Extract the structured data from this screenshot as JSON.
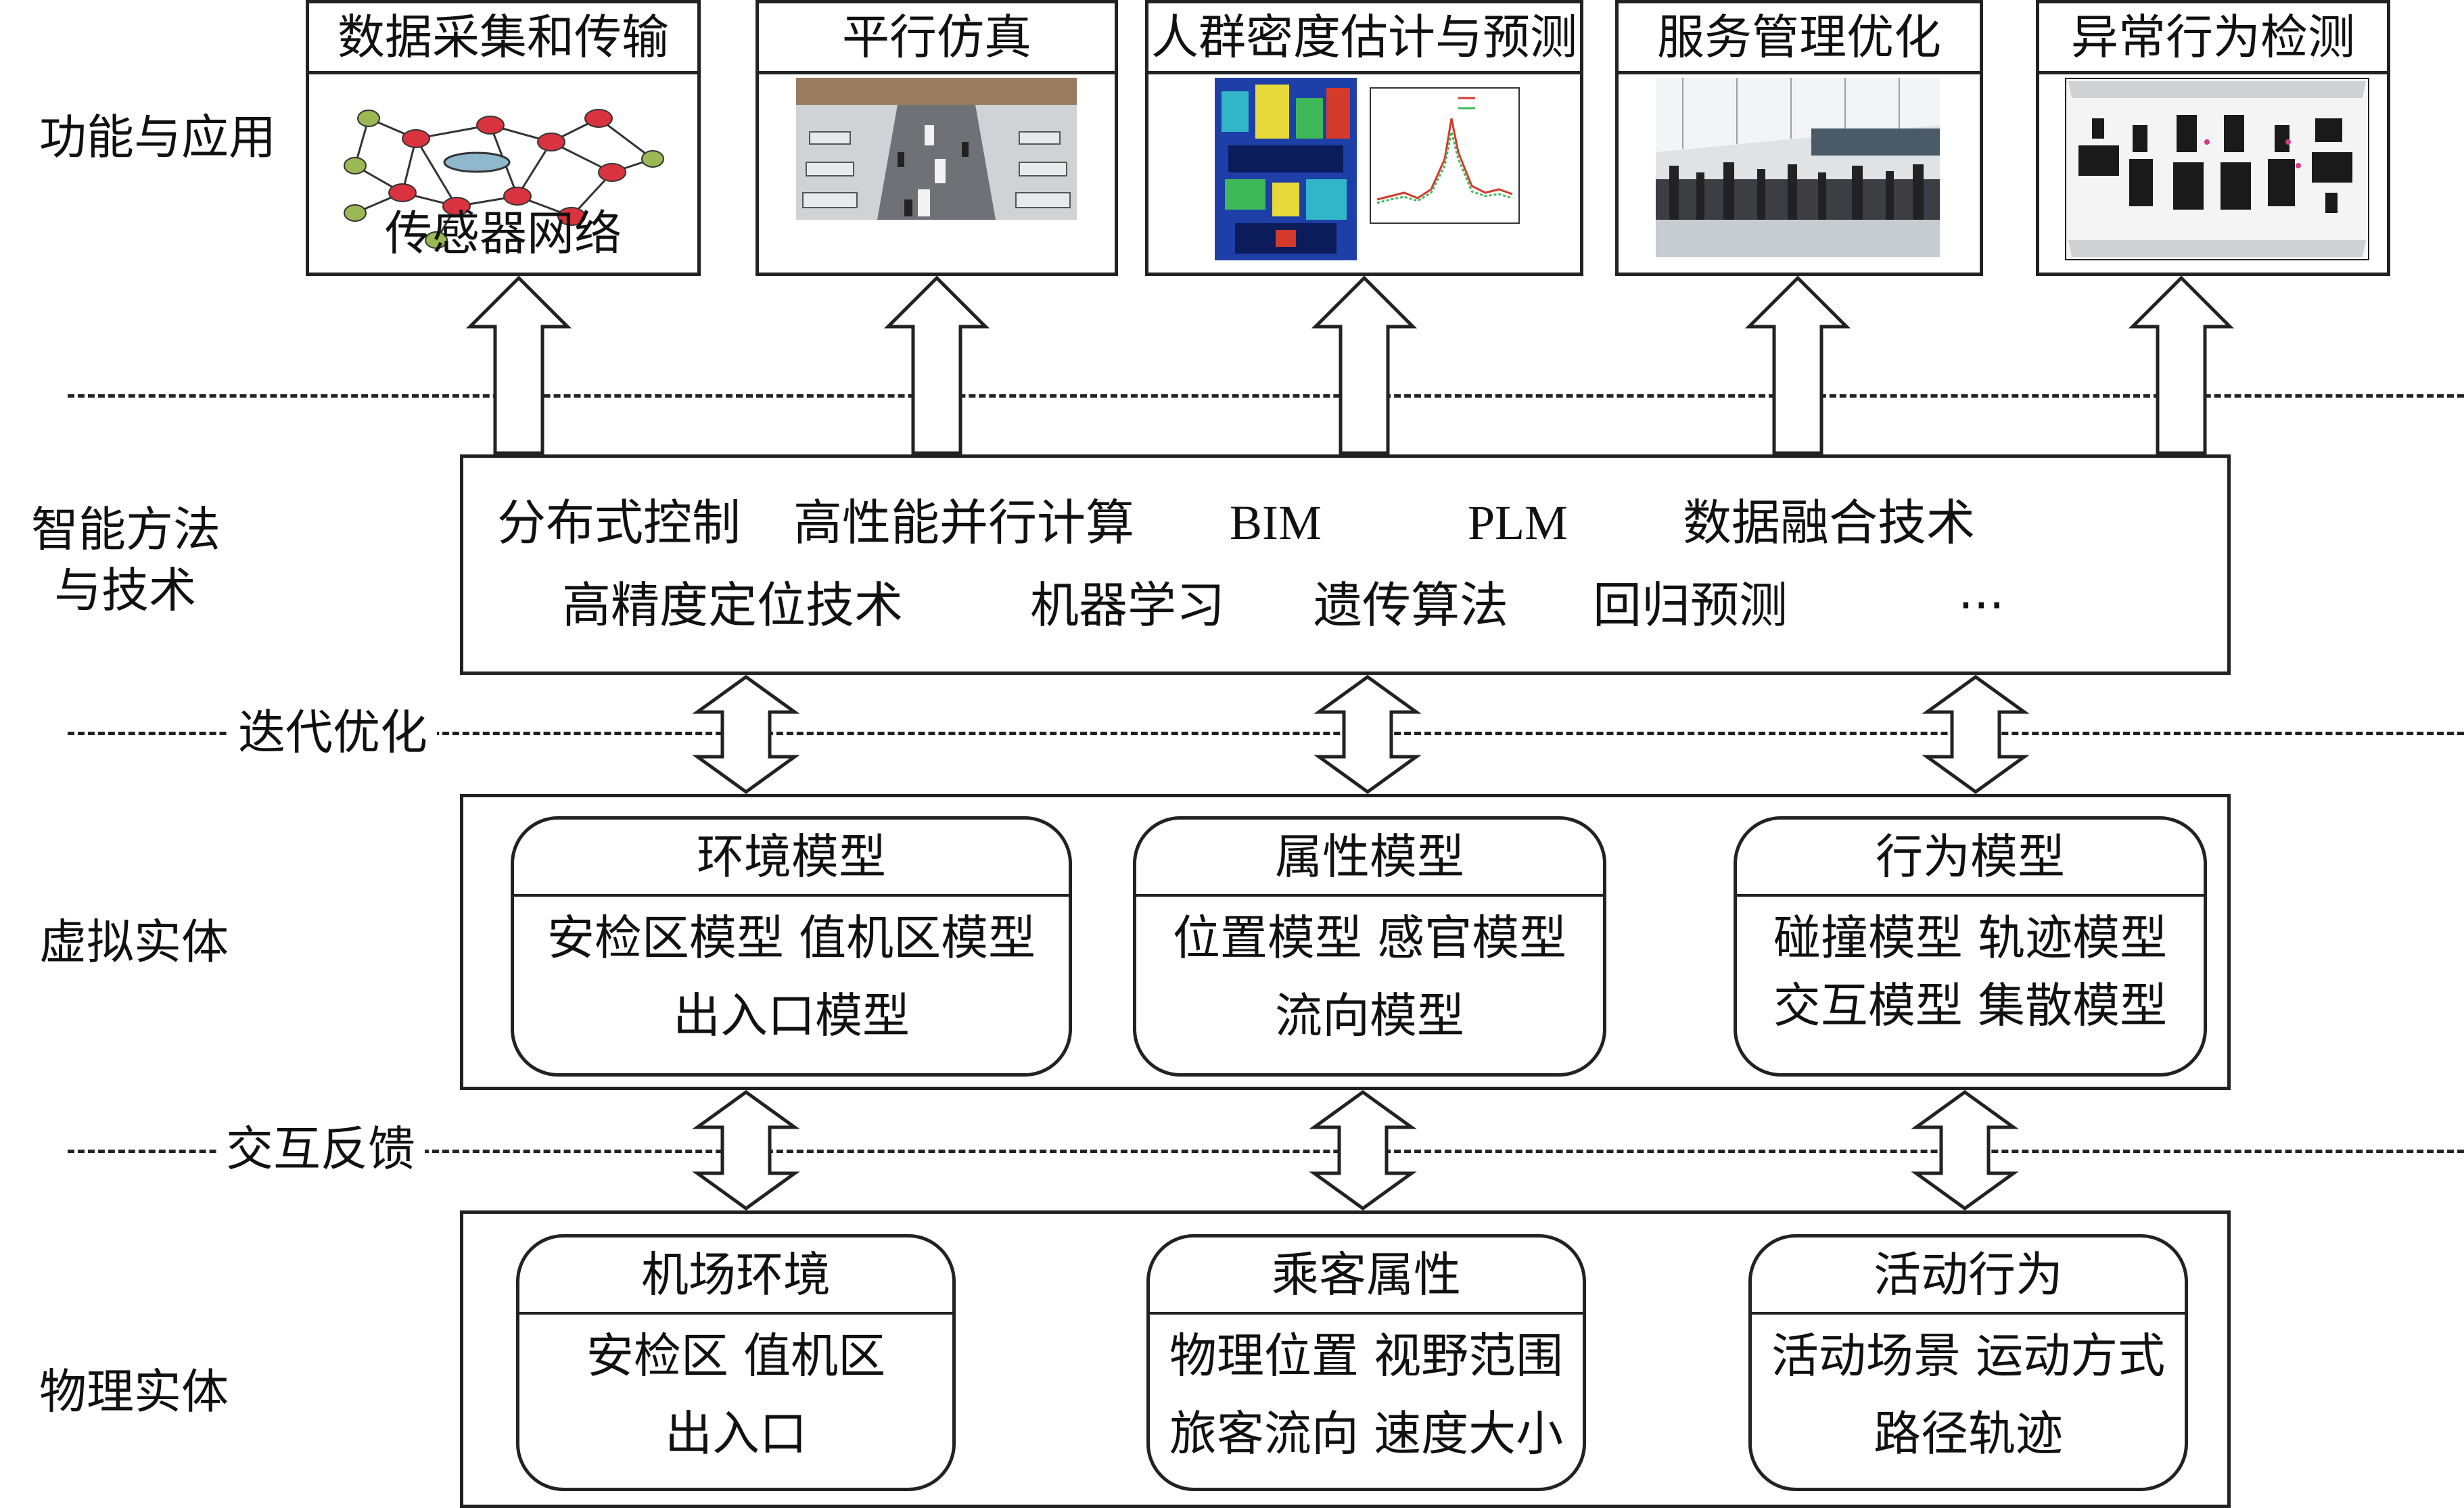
{
  "layers": {
    "functions": "功能与应用",
    "methods_line1": "智能方法",
    "methods_line2": "与技术",
    "virtual": "虚拟实体",
    "physical": "物理实体"
  },
  "connectors": {
    "iterate": "迭代优化",
    "feedback": "交互反馈"
  },
  "panels": [
    {
      "title": "数据采集和传输",
      "caption": "传感器网络"
    },
    {
      "title": "平行仿真"
    },
    {
      "title": "人群密度估计与预测"
    },
    {
      "title": "服务管理优化"
    },
    {
      "title": "异常行为检测"
    }
  ],
  "techniques": {
    "row1": [
      "分布式控制",
      "高性能并行计算",
      "BIM",
      "PLM",
      "数据融合技术"
    ],
    "row2": [
      "高精度定位技术",
      "机器学习",
      "遗传算法",
      "回归预测",
      "···"
    ]
  },
  "virtual_models": [
    {
      "title": "环境模型",
      "lines": [
        "安检区模型  值机区模型",
        "出入口模型"
      ]
    },
    {
      "title": "属性模型",
      "lines": [
        "位置模型   感官模型",
        "流向模型"
      ]
    },
    {
      "title": "行为模型",
      "lines": [
        "碰撞模型  轨迹模型",
        "交互模型  集散模型"
      ]
    }
  ],
  "physical_entities": [
    {
      "title": "机场环境",
      "lines": [
        "安检区  值机区",
        "出入口"
      ]
    },
    {
      "title": "乘客属性",
      "lines": [
        "物理位置 视野范围",
        "旅客流向 速度大小"
      ]
    },
    {
      "title": "活动行为",
      "lines": [
        "活动场景 运动方式",
        "路径轨迹"
      ]
    }
  ],
  "colors": {
    "line": "#222222",
    "arrow_fill": "#ffffff",
    "node_red": "#d9333f",
    "node_green": "#9ab854"
  },
  "icons": [
    "sensor-network-image",
    "parallel-simulation-image",
    "crowd-density-heatmap-image",
    "airport-hall-photo",
    "floorplan-image"
  ]
}
